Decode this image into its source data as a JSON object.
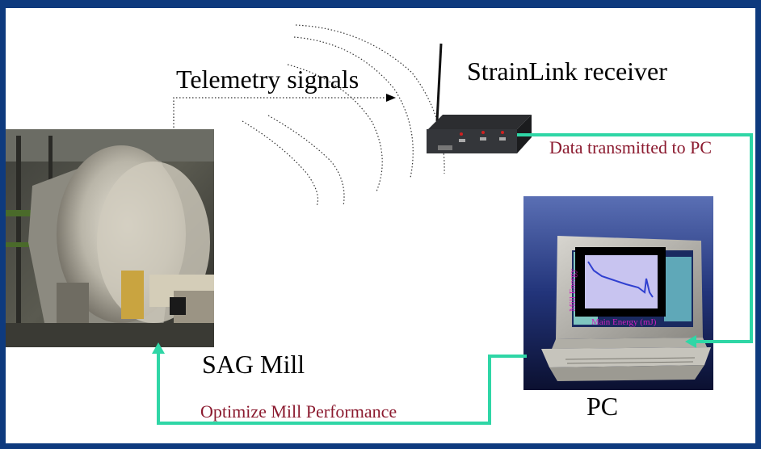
{
  "labels": {
    "telemetry": "Telemetry signals",
    "receiver": "StrainLink receiver",
    "data_transmitted": "Data transmitted to PC",
    "sag_mill": "SAG Mill",
    "pc": "PC",
    "optimize": "Optimize Mill Performance"
  },
  "monitor_chart": {
    "y_axis_label": "Mill Energy",
    "x_axis_label": "Main Energy (mJ)"
  },
  "colors": {
    "frame": "#0e3a7e",
    "connector": "#2fd6a6",
    "annotation_text": "#8b1a2f",
    "chart_text": "#d020c0"
  }
}
